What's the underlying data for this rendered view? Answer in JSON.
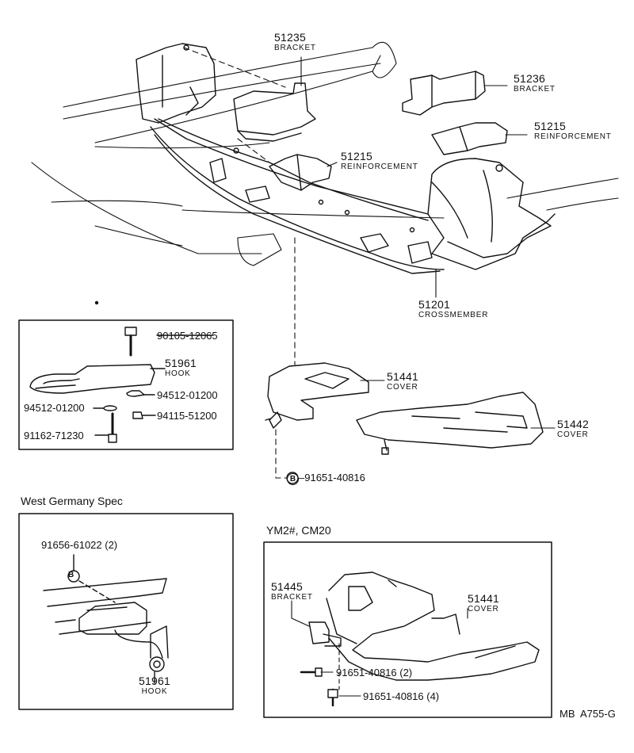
{
  "main": {
    "p51235": {
      "num": "51235",
      "name": "BRACKET"
    },
    "p51236": {
      "num": "51236",
      "name": "BRACKET"
    },
    "p51215a": {
      "num": "51215",
      "name": "REINFORCEMENT"
    },
    "p51215b": {
      "num": "51215",
      "name": "REINFORCEMENT"
    },
    "p51201": {
      "num": "51201",
      "name": "CROSSMEMBER"
    },
    "p51441": {
      "num": "51441",
      "name": "COVER"
    },
    "p51442": {
      "num": "51442",
      "name": "COVER"
    },
    "bolt": {
      "circle": "B",
      "num": "91651-40816"
    }
  },
  "hook_box": {
    "p90105": "90105-12065",
    "p51961": {
      "num": "51961",
      "name": "HOOK"
    },
    "p94512r": "94512-01200",
    "p94512l": "94512-01200",
    "p94115": "94115-51200",
    "p91162": "91162-71230"
  },
  "west_germany": {
    "heading": "West Germany Spec",
    "bolt": {
      "circle": "B",
      "num": "91656-61022 (2)"
    },
    "p51961": {
      "num": "51961",
      "name": "HOOK"
    }
  },
  "ym2": {
    "heading": "YM2#, CM20",
    "p51445": {
      "num": "51445",
      "name": "BRACKET"
    },
    "p51441": {
      "num": "51441",
      "name": "COVER"
    },
    "bolt1": "91651-40816 (2)",
    "bolt2": "91651-40816 (4)"
  },
  "footer": {
    "code": "MB  A755-G"
  }
}
